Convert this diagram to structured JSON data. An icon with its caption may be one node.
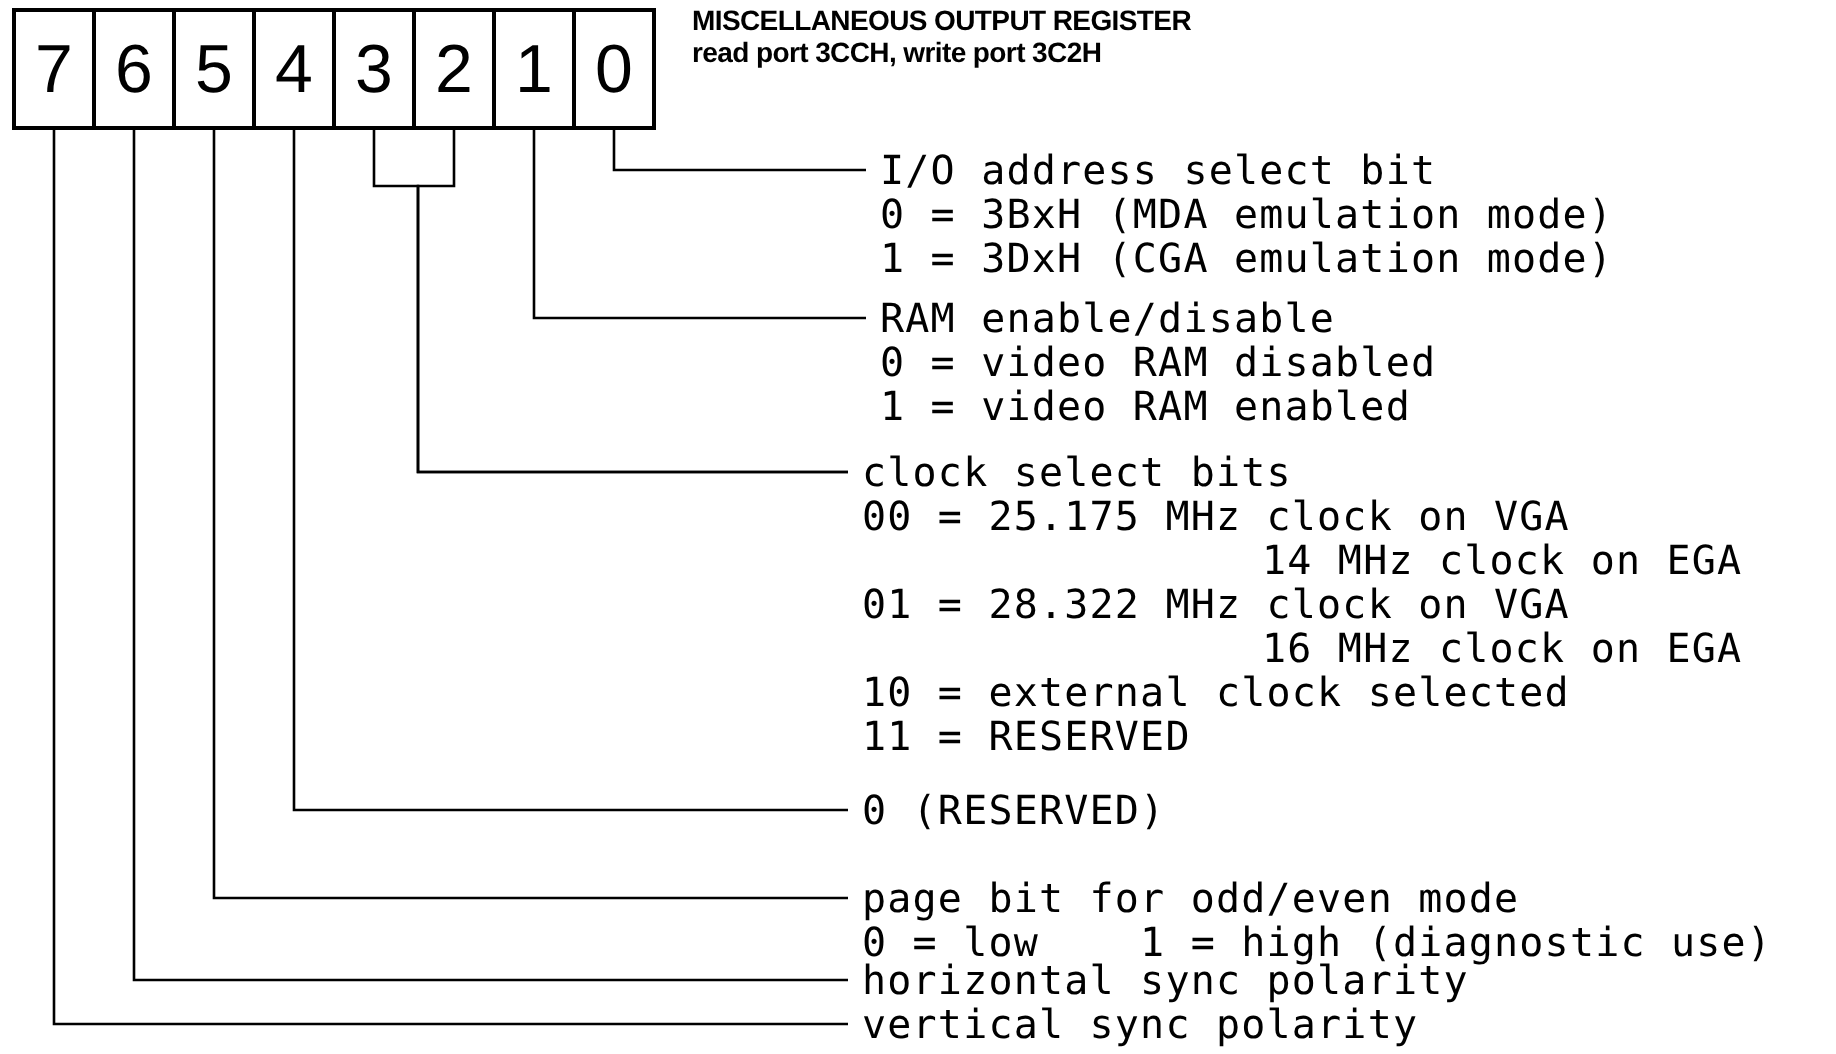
{
  "diagram": {
    "title": "MISCELLANEOUS OUTPUT REGISTER",
    "nodes": [
      {
        "text": [
          "7"
        ]
      },
      {
        "text": [
          "6"
        ]
      },
      {
        "text": [
          "5"
        ]
      },
      {
        "text": [
          "4"
        ]
      },
      {
        "text": [
          "3"
        ]
      },
      {
        "text": [
          "2"
        ]
      },
      {
        "text": [
          "1"
        ]
      },
      {
        "text": [
          "0"
        ]
      },
      {
        "text": [
          "I/O address select bit",
          "0 = 3BxH (MDA emulation mode)",
          "1 = 3DxH (CGA emulation mode)"
        ]
      },
      {
        "text": [
          "RAM enable/disable",
          "0 = video RAM disabled",
          "1 = video RAM enabled"
        ]
      },
      {
        "text": [
          "clock select bits",
          "00 = 25.175 MHz clock on VGA",
          "14 MHz clock on EGA",
          "01 = 28.322 MHz clock on VGA",
          "16 MHz clock on EGA",
          "10 = external clock selected",
          "11 = RESERVED"
        ]
      },
      {
        "text": [
          "0 (RESERVED)"
        ]
      },
      {
        "text": [
          "page bit for odd/even mode",
          "0 = low    1 = high (diagnostic use)"
        ]
      },
      {
        "text": [
          "horizontal sync polarity"
        ]
      },
      {
        "text": [
          "vertical sync polarity"
        ]
      }
    ],
    "edges": [
      {
        "from": 7,
        "to": 8,
        "arrow": "none"
      },
      {
        "from": 6,
        "to": 9,
        "arrow": "none"
      },
      {
        "from": 4,
        "to": 10,
        "arrow": "none"
      },
      {
        "from": 5,
        "to": 10,
        "arrow": "none"
      },
      {
        "from": 3,
        "to": 11,
        "arrow": "none"
      },
      {
        "from": 2,
        "to": 12,
        "arrow": "none"
      },
      {
        "from": 1,
        "to": 13,
        "arrow": "none"
      },
      {
        "from": 0,
        "to": 14,
        "arrow": "none"
      }
    ],
    "labels": [
      "read port 3CCH, write port 3C2H"
    ]
  }
}
